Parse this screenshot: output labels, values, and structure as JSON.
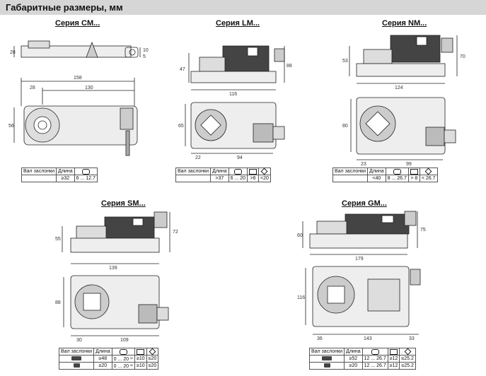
{
  "page_title": "Габаритные размеры, мм",
  "series": {
    "cm": {
      "title": "Серия CM...",
      "dims": [
        "28",
        "158",
        "28",
        "130",
        "56",
        "10",
        "5"
      ],
      "table": {
        "headers": [
          "Вал заслонки",
          "Длина"
        ],
        "rows": [
          [
            "",
            "≥32",
            "6 ... 12.7"
          ]
        ]
      }
    },
    "lm": {
      "title": "Серия LM...",
      "dims": [
        "47",
        "88",
        "116",
        "65",
        "22",
        "94"
      ],
      "table": {
        "headers": [
          "Вал заслонки",
          "Длина"
        ],
        "rows": [
          [
            "",
            ">37",
            "6 ... 20",
            ">6",
            "<20"
          ]
        ]
      }
    },
    "nm": {
      "title": "Серия NM...",
      "dims": [
        "53",
        "70",
        "124",
        "80",
        "23",
        "99"
      ],
      "table": {
        "headers": [
          "Вал заслонки",
          "Длина"
        ],
        "rows": [
          [
            "",
            "<40",
            "8 ... 26.7",
            "> 8",
            "< 26.7"
          ]
        ]
      }
    },
    "sm": {
      "title": "Серия SM...",
      "dims": [
        "55",
        "72",
        "139",
        "88",
        "30",
        "109"
      ],
      "table": {
        "headers": [
          "Вал заслонки",
          "Длина"
        ],
        "rows": [
          [
            "",
            "≥48",
            "0 ... 20 ¹⁾",
            "≥10",
            "≤20"
          ],
          [
            "",
            "≥20",
            "0 ... 20 ¹⁾",
            "≥10",
            "≤20"
          ]
        ]
      }
    },
    "gm": {
      "title": "Серия GM...",
      "dims": [
        "60",
        "75",
        "179",
        "116",
        "36",
        "143",
        "33"
      ],
      "table": {
        "headers": [
          "Вал заслонки",
          "Длина"
        ],
        "rows": [
          [
            "",
            "≥52",
            "12 ... 26.7",
            "≥12",
            "≤25.2"
          ],
          [
            "",
            "≥20",
            "12 ... 26.7",
            "≥12",
            "≤25.2"
          ]
        ]
      }
    }
  }
}
